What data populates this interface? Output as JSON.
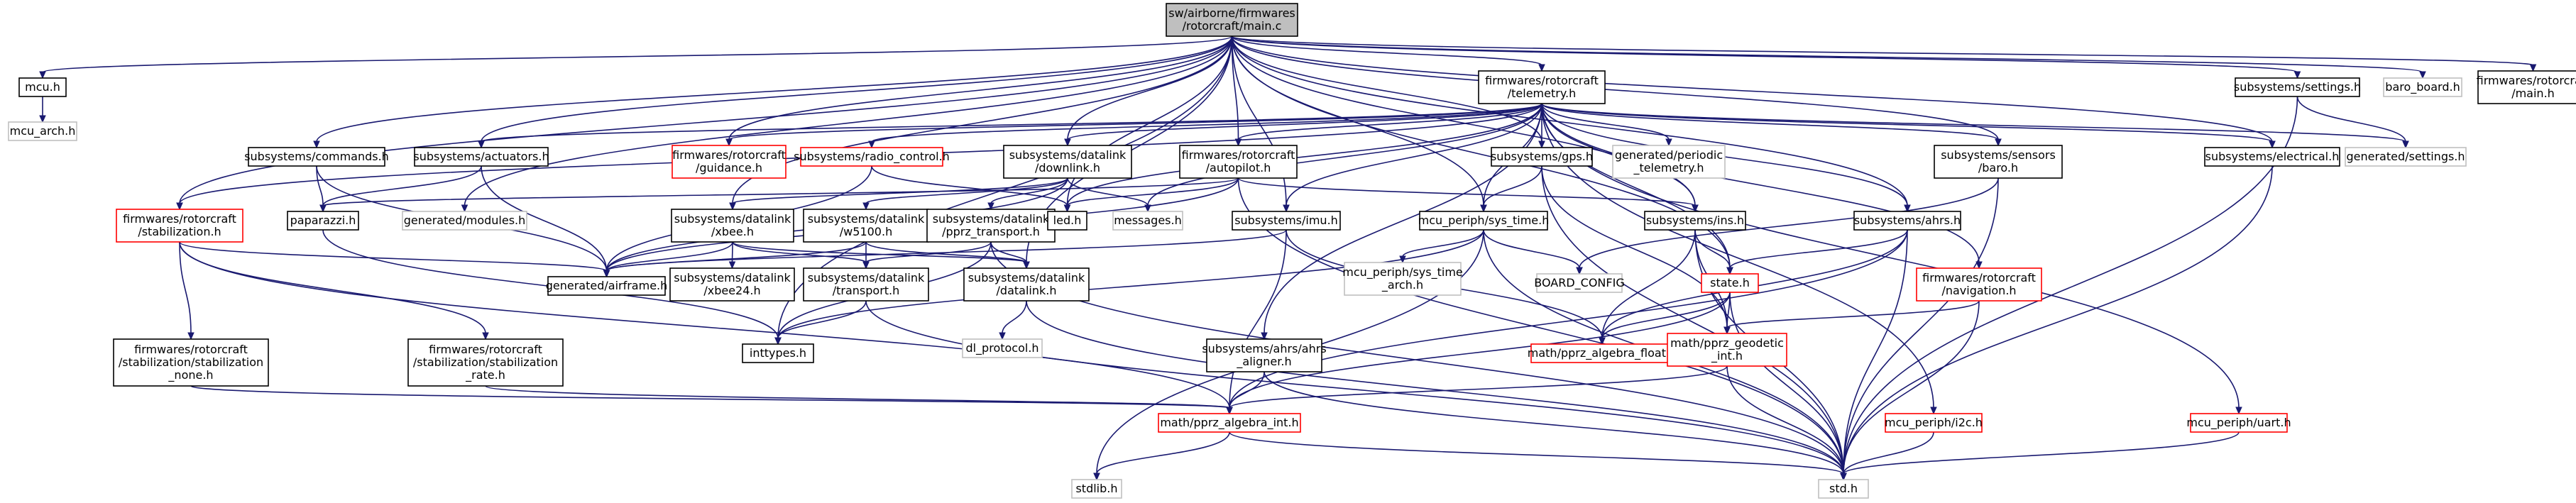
{
  "nodes": [
    {
      "id": "main",
      "lines": [
        "sw/airborne/firmwares",
        "/rotorcraft/main.c"
      ],
      "style": "root"
    },
    {
      "id": "mcu",
      "lines": [
        "mcu.h"
      ],
      "style": "black"
    },
    {
      "id": "mcu_arch",
      "lines": [
        "mcu_arch.h"
      ],
      "style": "gray"
    },
    {
      "id": "telemetry",
      "lines": [
        "firmwares/rotorcraft",
        "/telemetry.h"
      ],
      "style": "black"
    },
    {
      "id": "settings",
      "lines": [
        "subsystems/settings.h"
      ],
      "style": "black"
    },
    {
      "id": "baro_board",
      "lines": [
        "baro_board.h"
      ],
      "style": "gray"
    },
    {
      "id": "rc_main",
      "lines": [
        "firmwares/rotorcraft",
        "/main.h"
      ],
      "style": "black"
    },
    {
      "id": "commands",
      "lines": [
        "subsystems/commands.h"
      ],
      "style": "black"
    },
    {
      "id": "actuators",
      "lines": [
        "subsystems/actuators.h"
      ],
      "style": "black"
    },
    {
      "id": "guidance",
      "lines": [
        "firmwares/rotorcraft",
        "/guidance.h"
      ],
      "style": "red"
    },
    {
      "id": "radio",
      "lines": [
        "subsystems/radio_control.h"
      ],
      "style": "red"
    },
    {
      "id": "dl_downlink",
      "lines": [
        "subsystems/datalink",
        "/downlink.h"
      ],
      "style": "black"
    },
    {
      "id": "autopilot",
      "lines": [
        "firmwares/rotorcraft",
        "/autopilot.h"
      ],
      "style": "black"
    },
    {
      "id": "gps",
      "lines": [
        "subsystems/gps.h"
      ],
      "style": "black"
    },
    {
      "id": "periodic",
      "lines": [
        "generated/periodic",
        "_telemetry.h"
      ],
      "style": "gray"
    },
    {
      "id": "sensors_baro",
      "lines": [
        "subsystems/sensors",
        "/baro.h"
      ],
      "style": "black"
    },
    {
      "id": "electrical",
      "lines": [
        "subsystems/electrical.h"
      ],
      "style": "black"
    },
    {
      "id": "gen_settings",
      "lines": [
        "generated/settings.h"
      ],
      "style": "gray"
    },
    {
      "id": "stabilization",
      "lines": [
        "firmwares/rotorcraft",
        "/stabilization.h"
      ],
      "style": "red"
    },
    {
      "id": "paparazzi",
      "lines": [
        "paparazzi.h"
      ],
      "style": "black"
    },
    {
      "id": "gen_modules",
      "lines": [
        "generated/modules.h"
      ],
      "style": "gray"
    },
    {
      "id": "xbee",
      "lines": [
        "subsystems/datalink",
        "/xbee.h"
      ],
      "style": "black"
    },
    {
      "id": "w5100",
      "lines": [
        "subsystems/datalink",
        "/w5100.h"
      ],
      "style": "black"
    },
    {
      "id": "pprz_transport",
      "lines": [
        "subsystems/datalink",
        "/pprz_transport.h"
      ],
      "style": "black"
    },
    {
      "id": "led",
      "lines": [
        "led.h"
      ],
      "style": "black"
    },
    {
      "id": "messages",
      "lines": [
        "messages.h"
      ],
      "style": "gray"
    },
    {
      "id": "imu",
      "lines": [
        "subsystems/imu.h"
      ],
      "style": "black"
    },
    {
      "id": "sys_time",
      "lines": [
        "mcu_periph/sys_time.h"
      ],
      "style": "black"
    },
    {
      "id": "ins",
      "lines": [
        "subsystems/ins.h"
      ],
      "style": "black"
    },
    {
      "id": "ahrs",
      "lines": [
        "subsystems/ahrs.h"
      ],
      "style": "black"
    },
    {
      "id": "gen_airframe",
      "lines": [
        "generated/airframe.h"
      ],
      "style": "black"
    },
    {
      "id": "xbee24",
      "lines": [
        "subsystems/datalink",
        "/xbee24.h"
      ],
      "style": "black"
    },
    {
      "id": "dl_transport",
      "lines": [
        "subsystems/datalink",
        "/transport.h"
      ],
      "style": "black"
    },
    {
      "id": "datalink",
      "lines": [
        "subsystems/datalink",
        "/datalink.h"
      ],
      "style": "black"
    },
    {
      "id": "sys_time_arch",
      "lines": [
        "mcu_periph/sys_time",
        "_arch.h"
      ],
      "style": "gray"
    },
    {
      "id": "board_config",
      "lines": [
        "BOARD_CONFIG"
      ],
      "style": "gray"
    },
    {
      "id": "state",
      "lines": [
        "state.h"
      ],
      "style": "red"
    },
    {
      "id": "navigation",
      "lines": [
        "firmwares/rotorcraft",
        "/navigation.h"
      ],
      "style": "red"
    },
    {
      "id": "stab_none",
      "lines": [
        "firmwares/rotorcraft",
        "/stabilization/stabilization",
        "_none.h"
      ],
      "style": "black"
    },
    {
      "id": "stab_rate",
      "lines": [
        "firmwares/rotorcraft",
        "/stabilization/stabilization",
        "_rate.h"
      ],
      "style": "black"
    },
    {
      "id": "dl_protocol",
      "lines": [
        "dl_protocol.h"
      ],
      "style": "gray"
    },
    {
      "id": "inttypes",
      "lines": [
        "inttypes.h"
      ],
      "style": "black"
    },
    {
      "id": "ahrs_aligner",
      "lines": [
        "subsystems/ahrs/ahrs",
        "_aligner.h"
      ],
      "style": "black"
    },
    {
      "id": "algebra_float",
      "lines": [
        "math/pprz_algebra_float.h"
      ],
      "style": "red"
    },
    {
      "id": "geodetic",
      "lines": [
        "math/pprz_geodetic",
        "_int.h"
      ],
      "style": "red"
    },
    {
      "id": "algebra_int",
      "lines": [
        "math/pprz_algebra_int.h"
      ],
      "style": "red"
    },
    {
      "id": "i2c",
      "lines": [
        "mcu_periph/i2c.h"
      ],
      "style": "red"
    },
    {
      "id": "uart",
      "lines": [
        "mcu_periph/uart.h"
      ],
      "style": "red"
    },
    {
      "id": "stdlib",
      "lines": [
        "stdlib.h"
      ],
      "style": "gray"
    },
    {
      "id": "std",
      "lines": [
        "std.h"
      ],
      "style": "gray"
    }
  ],
  "edges": [
    [
      "main",
      "mcu"
    ],
    [
      "main",
      "telemetry"
    ],
    [
      "main",
      "settings"
    ],
    [
      "main",
      "baro_board"
    ],
    [
      "main",
      "rc_main"
    ],
    [
      "main",
      "commands"
    ],
    [
      "main",
      "actuators"
    ],
    [
      "main",
      "guidance"
    ],
    [
      "main",
      "dl_downlink"
    ],
    [
      "main",
      "autopilot"
    ],
    [
      "main",
      "gps"
    ],
    [
      "main",
      "sensors_baro"
    ],
    [
      "main",
      "electrical"
    ],
    [
      "main",
      "stabilization"
    ],
    [
      "main",
      "xbee"
    ],
    [
      "main",
      "gen_modules"
    ],
    [
      "main",
      "led"
    ],
    [
      "main",
      "imu"
    ],
    [
      "main",
      "sys_time"
    ],
    [
      "main",
      "ins"
    ],
    [
      "main",
      "ahrs"
    ],
    [
      "main",
      "state"
    ],
    [
      "main",
      "datalink"
    ],
    [
      "main",
      "inttypes"
    ],
    [
      "mcu",
      "mcu_arch"
    ],
    [
      "telemetry",
      "actuators"
    ],
    [
      "telemetry",
      "guidance"
    ],
    [
      "telemetry",
      "radio"
    ],
    [
      "telemetry",
      "dl_downlink"
    ],
    [
      "telemetry",
      "autopilot"
    ],
    [
      "telemetry",
      "gps"
    ],
    [
      "telemetry",
      "periodic"
    ],
    [
      "telemetry",
      "sensors_baro"
    ],
    [
      "telemetry",
      "electrical"
    ],
    [
      "telemetry",
      "gen_settings"
    ],
    [
      "telemetry",
      "stabilization"
    ],
    [
      "telemetry",
      "led"
    ],
    [
      "telemetry",
      "messages"
    ],
    [
      "telemetry",
      "imu"
    ],
    [
      "telemetry",
      "sys_time"
    ],
    [
      "telemetry",
      "ins"
    ],
    [
      "telemetry",
      "ahrs"
    ],
    [
      "telemetry",
      "state"
    ],
    [
      "telemetry",
      "navigation"
    ],
    [
      "telemetry",
      "ahrs_aligner"
    ],
    [
      "telemetry",
      "i2c"
    ],
    [
      "telemetry",
      "uart"
    ],
    [
      "settings",
      "gen_settings"
    ],
    [
      "settings",
      "std"
    ],
    [
      "commands",
      "paparazzi"
    ],
    [
      "commands",
      "gen_airframe"
    ],
    [
      "actuators",
      "paparazzi"
    ],
    [
      "actuators",
      "gen_airframe"
    ],
    [
      "radio",
      "led"
    ],
    [
      "radio",
      "gen_airframe"
    ],
    [
      "dl_downlink",
      "messages"
    ],
    [
      "dl_downlink",
      "xbee"
    ],
    [
      "dl_downlink",
      "w5100"
    ],
    [
      "dl_downlink",
      "pprz_transport"
    ],
    [
      "dl_downlink",
      "gen_airframe"
    ],
    [
      "autopilot",
      "paparazzi"
    ],
    [
      "autopilot",
      "led"
    ],
    [
      "autopilot",
      "gen_airframe"
    ],
    [
      "autopilot",
      "std"
    ],
    [
      "autopilot",
      "ins"
    ],
    [
      "gps",
      "sys_time"
    ],
    [
      "gps",
      "geodetic"
    ],
    [
      "gps",
      "std"
    ],
    [
      "sensors_baro",
      "std"
    ],
    [
      "sensors_baro",
      "board_config"
    ],
    [
      "electrical",
      "std"
    ],
    [
      "stabilization",
      "gen_airframe"
    ],
    [
      "stabilization",
      "stab_none"
    ],
    [
      "stabilization",
      "stab_rate"
    ],
    [
      "stabilization",
      "algebra_int"
    ],
    [
      "paparazzi",
      "inttypes"
    ],
    [
      "xbee",
      "gen_airframe"
    ],
    [
      "xbee",
      "xbee24"
    ],
    [
      "xbee",
      "dl_transport"
    ],
    [
      "xbee",
      "datalink"
    ],
    [
      "w5100",
      "gen_airframe"
    ],
    [
      "w5100",
      "dl_transport"
    ],
    [
      "w5100",
      "datalink"
    ],
    [
      "pprz_transport",
      "dl_transport"
    ],
    [
      "pprz_transport",
      "datalink"
    ],
    [
      "pprz_transport",
      "std"
    ],
    [
      "pprz_transport",
      "inttypes"
    ],
    [
      "imu",
      "gen_airframe"
    ],
    [
      "imu",
      "algebra_int"
    ],
    [
      "imu",
      "algebra_float"
    ],
    [
      "sys_time",
      "sys_time_arch"
    ],
    [
      "sys_time",
      "board_config"
    ],
    [
      "sys_time",
      "inttypes"
    ],
    [
      "sys_time",
      "std"
    ],
    [
      "sys_time",
      "stdlib"
    ],
    [
      "ins",
      "state"
    ],
    [
      "ins",
      "geodetic"
    ],
    [
      "ins",
      "algebra_float"
    ],
    [
      "ins",
      "std"
    ],
    [
      "ahrs",
      "state"
    ],
    [
      "ahrs",
      "algebra_int"
    ],
    [
      "ahrs",
      "algebra_float"
    ],
    [
      "ahrs",
      "std"
    ],
    [
      "state",
      "algebra_float"
    ],
    [
      "state",
      "algebra_int"
    ],
    [
      "state",
      "geodetic"
    ],
    [
      "state",
      "std"
    ],
    [
      "navigation",
      "geodetic"
    ],
    [
      "navigation",
      "std"
    ],
    [
      "stab_none",
      "algebra_int"
    ],
    [
      "stab_rate",
      "algebra_int"
    ],
    [
      "dl_transport",
      "inttypes"
    ],
    [
      "dl_transport",
      "std"
    ],
    [
      "datalink",
      "dl_protocol"
    ],
    [
      "datalink",
      "std"
    ],
    [
      "ahrs_aligner",
      "algebra_int"
    ],
    [
      "ahrs_aligner",
      "std"
    ],
    [
      "algebra_int",
      "stdlib"
    ],
    [
      "algebra_int",
      "std"
    ],
    [
      "geodetic",
      "algebra_int"
    ],
    [
      "geodetic",
      "std"
    ],
    [
      "i2c",
      "std"
    ],
    [
      "uart",
      "std"
    ]
  ]
}
